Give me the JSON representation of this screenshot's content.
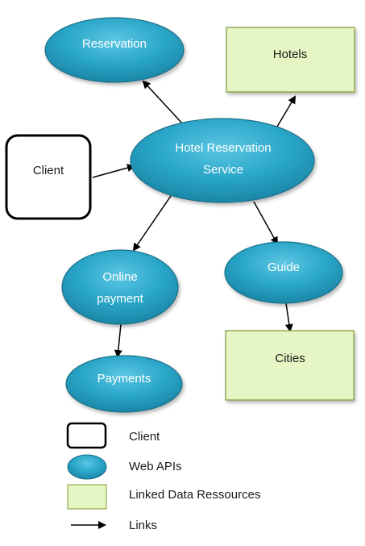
{
  "nodes": {
    "reservation": "Reservation",
    "hotels": "Hotels",
    "client": "Client",
    "hotel_reservation_service": [
      "Hotel Reservation",
      "Service"
    ],
    "online_payment": [
      "Online",
      "payment"
    ],
    "guide": "Guide",
    "cities": "Cities",
    "payments": "Payments"
  },
  "legend": {
    "client": "Client",
    "web_apis": "Web APIs",
    "linked_data": "Linked Data Ressources",
    "links": "Links"
  },
  "colors": {
    "web_api_fill": "#2aa7c9",
    "web_api_edge": "#1b6f88",
    "linked_data_fill": "#e6f5c4",
    "linked_data_edge": "#7e9a3a",
    "client_edge": "#000000",
    "arrow": "#000000"
  }
}
